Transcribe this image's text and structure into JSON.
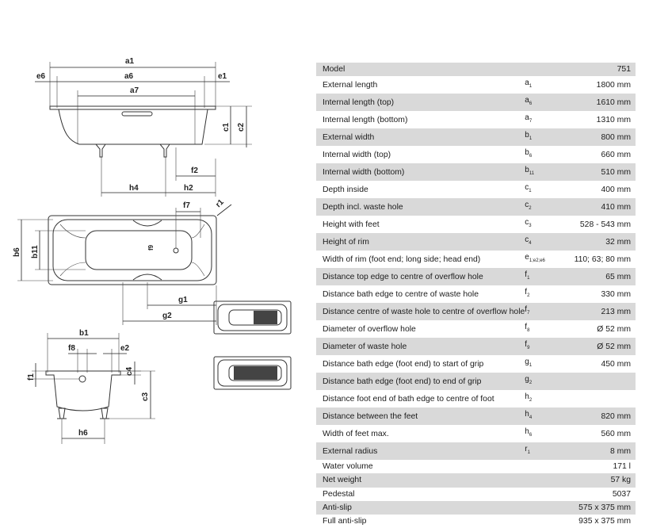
{
  "labels": {
    "a1": "a1",
    "e6": "e6",
    "a6": "a6",
    "e1": "e1",
    "a7": "a7",
    "c1": "c1",
    "c2": "c2",
    "f2": "f2",
    "h4": "h4",
    "h2": "h2",
    "f7": "f7",
    "r1": "r1",
    "b6": "b6",
    "b11": "b11",
    "f9": "f9",
    "g1": "g1",
    "g2": "g2",
    "b1": "b1",
    "f8": "f8",
    "e2": "e2",
    "f1": "f1",
    "c4": "c4",
    "c3": "c3",
    "h6": "h6"
  },
  "spec_rows": [
    {
      "label": "Model",
      "sym": "",
      "sub": "",
      "value": "751"
    },
    {
      "label": "External length",
      "sym": "a",
      "sub": "1",
      "value": "1800 mm"
    },
    {
      "label": "Internal length (top)",
      "sym": "a",
      "sub": "6",
      "value": "1610 mm"
    },
    {
      "label": "Internal length (bottom)",
      "sym": "a",
      "sub": "7",
      "value": "1310 mm"
    },
    {
      "label": "External width",
      "sym": "b",
      "sub": "1",
      "value": "800 mm"
    },
    {
      "label": "Internal width (top)",
      "sym": "b",
      "sub": "6",
      "value": "660 mm"
    },
    {
      "label": "Internal width (bottom)",
      "sym": "b",
      "sub": "11",
      "value": "510 mm"
    },
    {
      "label": "Depth inside",
      "sym": "c",
      "sub": "1",
      "value": "400 mm"
    },
    {
      "label": "Depth incl. waste hole",
      "sym": "c",
      "sub": "2",
      "value": "410 mm"
    },
    {
      "label": "Height with feet",
      "sym": "c",
      "sub": "3",
      "value": "528 - 543 mm"
    },
    {
      "label": "Height of rim",
      "sym": "c",
      "sub": "4",
      "value": "32 mm"
    },
    {
      "label": "Width of rim (foot end; long side; head end)",
      "sym": "e",
      "sub": "1;e2;e6",
      "value": "110; 63; 80 mm"
    },
    {
      "label": "Distance top edge to centre of overflow hole",
      "sym": "f",
      "sub": "1",
      "value": "65 mm"
    },
    {
      "label": "Distance bath edge to centre of waste hole",
      "sym": "f",
      "sub": "2",
      "value": "330 mm"
    },
    {
      "label": "Distance centre of waste hole to centre of overflow hole",
      "sym": "f",
      "sub": "7",
      "value": "213 mm"
    },
    {
      "label": "Diameter of overflow hole",
      "sym": "f",
      "sub": "8",
      "value": "Ø 52 mm"
    },
    {
      "label": "Diameter of waste hole",
      "sym": "f",
      "sub": "9",
      "value": "Ø 52 mm"
    },
    {
      "label": "Distance bath edge (foot end) to start of grip",
      "sym": "g",
      "sub": "1",
      "value": "450 mm"
    },
    {
      "label": "Distance bath edge (foot end) to end of grip",
      "sym": "g",
      "sub": "2",
      "value": ""
    },
    {
      "label": "Distance foot end of bath edge to centre of foot",
      "sym": "h",
      "sub": "2",
      "value": ""
    },
    {
      "label": "Distance between the feet",
      "sym": "h",
      "sub": "4",
      "value": "820 mm"
    },
    {
      "label": "Width of feet max.",
      "sym": "h",
      "sub": "6",
      "value": "560 mm"
    },
    {
      "label": "External radius",
      "sym": "r",
      "sub": "1",
      "value": "8 mm"
    },
    {
      "label": "Water volume",
      "sym": "",
      "sub": "",
      "value": "171 l"
    },
    {
      "label": "Net weight",
      "sym": "",
      "sub": "",
      "value": "57 kg"
    },
    {
      "label": "Pedestal",
      "sym": "",
      "sub": "",
      "value": "5037"
    },
    {
      "label": "Anti-slip",
      "sym": "",
      "sub": "",
      "value": "575 x 375 mm"
    },
    {
      "label": "Full anti-slip",
      "sym": "",
      "sub": "",
      "value": "935 x 375 mm"
    }
  ]
}
